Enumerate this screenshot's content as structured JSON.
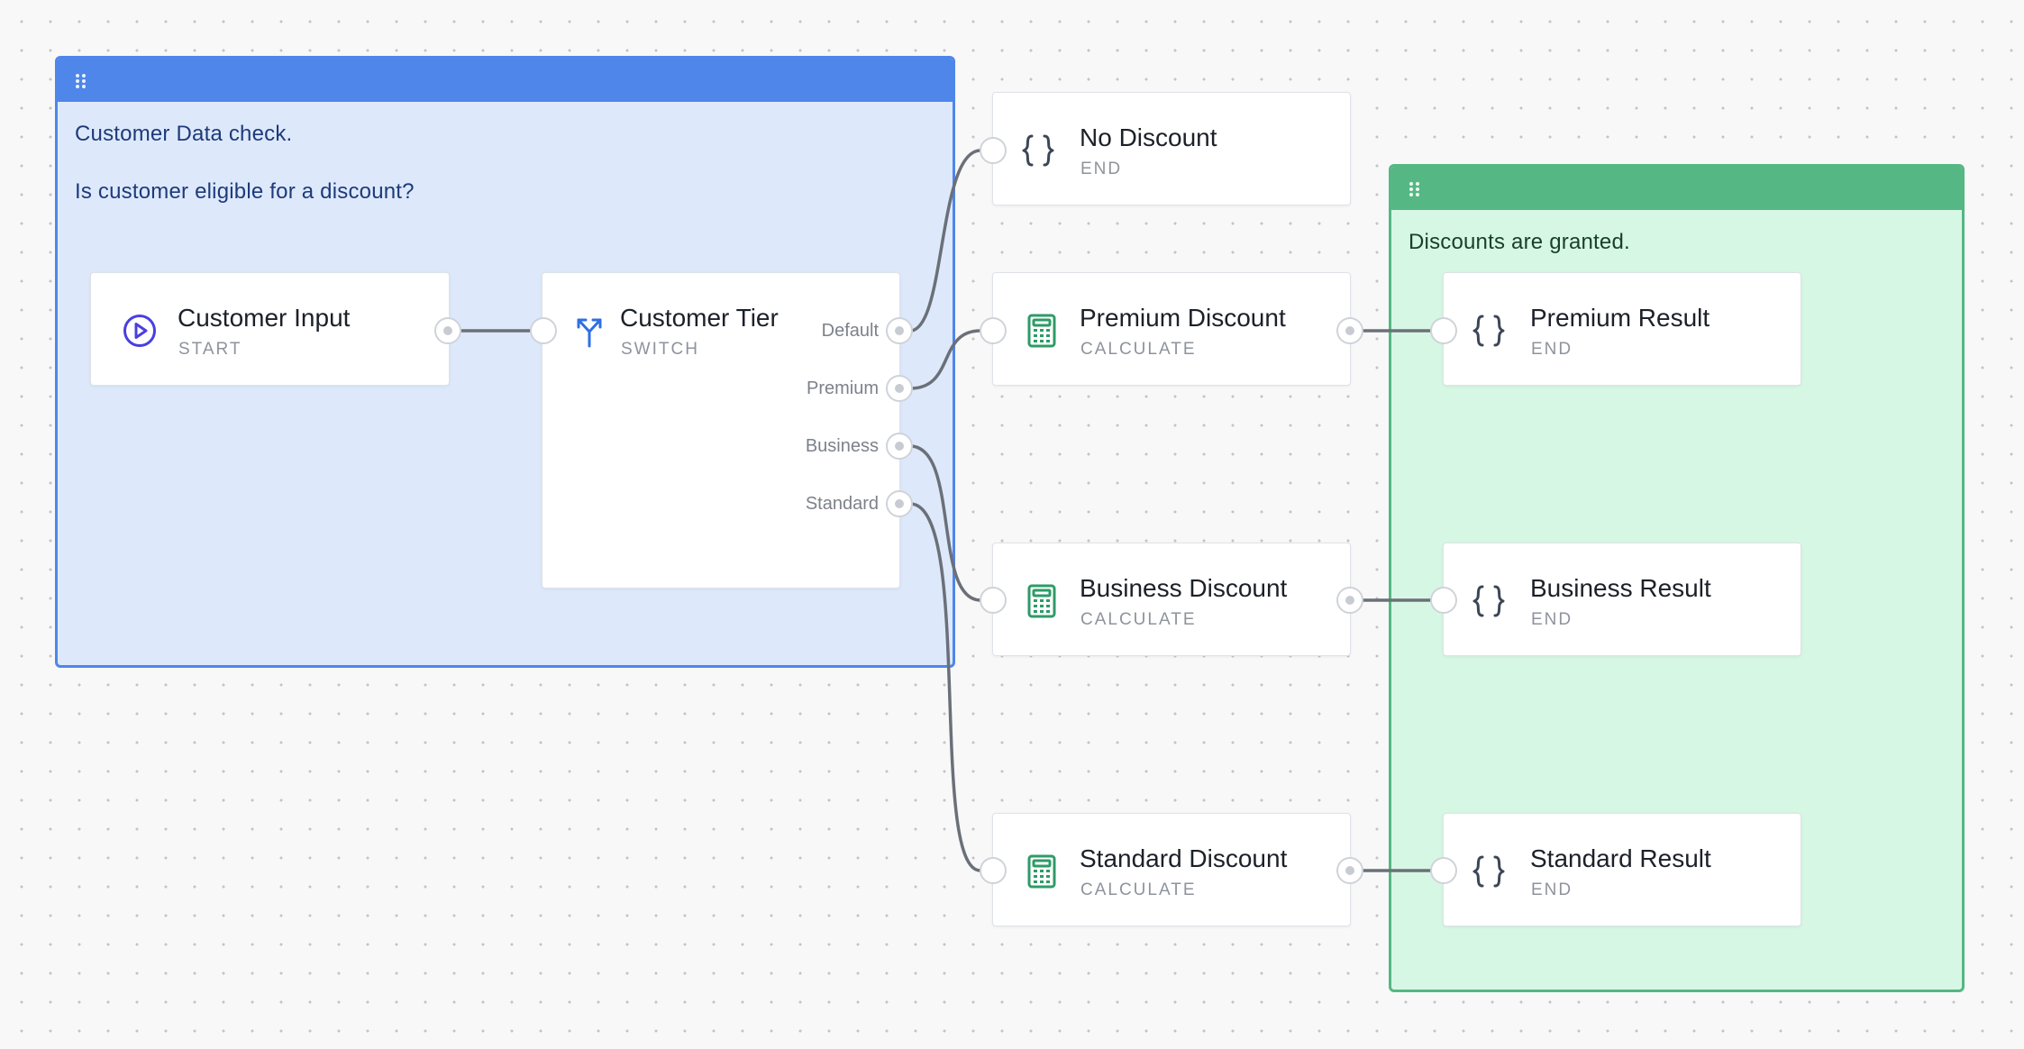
{
  "groups": {
    "customer_check": {
      "line1": "Customer Data check.",
      "line2": "Is customer eligible for a discount?",
      "color": "#4f86ea",
      "fill": "#dde9fb"
    },
    "discounts": {
      "line1": "Discounts are granted.",
      "color": "#55b884",
      "fill": "#d7f7e5"
    }
  },
  "nodes": {
    "customer_input": {
      "title": "Customer Input",
      "type": "START",
      "icon": "play-circle-icon"
    },
    "customer_tier": {
      "title": "Customer Tier",
      "type": "SWITCH",
      "icon": "split-arrows-icon",
      "cases": [
        "Default",
        "Premium",
        "Business",
        "Standard"
      ]
    },
    "no_discount": {
      "title": "No Discount",
      "type": "END",
      "icon": "braces-icon"
    },
    "premium_discount": {
      "title": "Premium Discount",
      "type": "CALCULATE",
      "icon": "calculator-icon"
    },
    "business_discount": {
      "title": "Business Discount",
      "type": "CALCULATE",
      "icon": "calculator-icon"
    },
    "standard_discount": {
      "title": "Standard Discount",
      "type": "CALCULATE",
      "icon": "calculator-icon"
    },
    "premium_result": {
      "title": "Premium Result",
      "type": "END",
      "icon": "braces-icon"
    },
    "business_result": {
      "title": "Business Result",
      "type": "END",
      "icon": "braces-icon"
    },
    "standard_result": {
      "title": "Standard Result",
      "type": "END",
      "icon": "braces-icon"
    }
  },
  "colors": {
    "start_icon": "#4a3fe0",
    "switch_icon": "#2f6fe4",
    "calc_icon": "#2e9b67",
    "braces_icon": "#3d4656",
    "wire": "#6b7078"
  }
}
